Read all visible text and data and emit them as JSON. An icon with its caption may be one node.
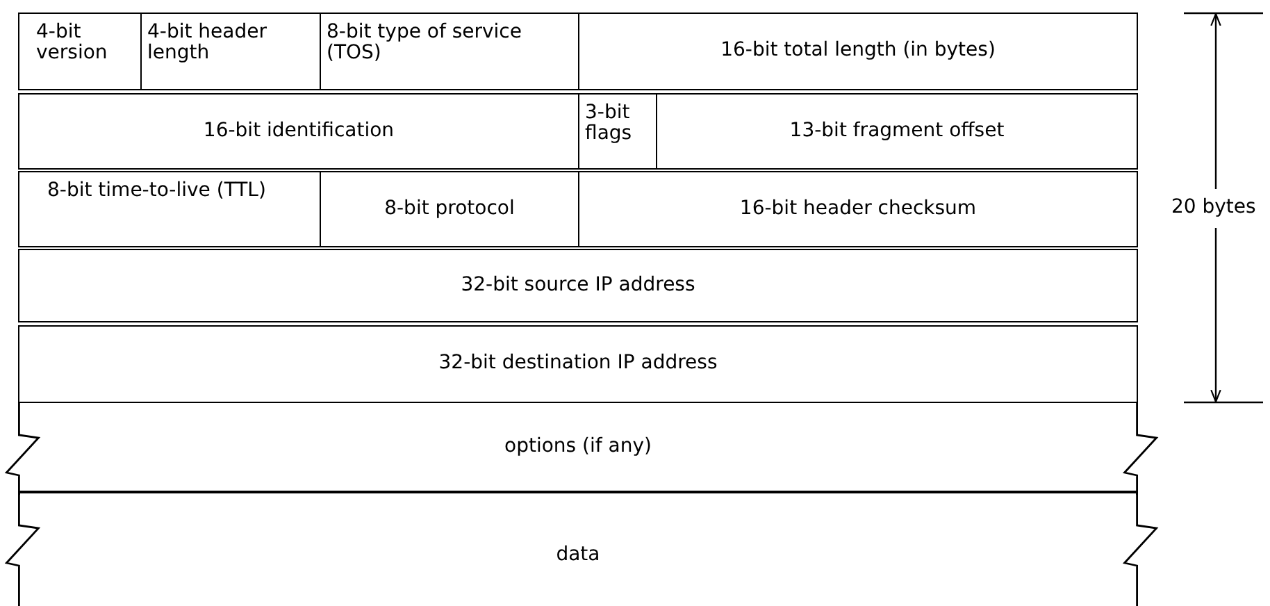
{
  "diagram": {
    "nodes": [
      {
        "text": [
          "4-bit version"
        ]
      },
      {
        "text": [
          "4-bit header length"
        ]
      },
      {
        "text": [
          "8-bit type of service (TOS)"
        ]
      },
      {
        "text": [
          "16-bit total length (in bytes)"
        ]
      },
      {
        "text": [
          "16-bit identification"
        ]
      },
      {
        "text": [
          "3-bit flags"
        ]
      },
      {
        "text": [
          "13-bit fragment offset"
        ]
      },
      {
        "text": [
          "8-bit time-to-live (TTL)"
        ]
      },
      {
        "text": [
          "8-bit protocol"
        ]
      },
      {
        "text": [
          "16-bit header checksum"
        ]
      },
      {
        "text": [
          "32-bit source IP address"
        ]
      },
      {
        "text": [
          "32-bit destination IP address"
        ]
      },
      {
        "text": [
          "options (if any)"
        ]
      },
      {
        "text": [
          "data"
        ]
      }
    ],
    "labels": [
      "20 bytes"
    ]
  }
}
